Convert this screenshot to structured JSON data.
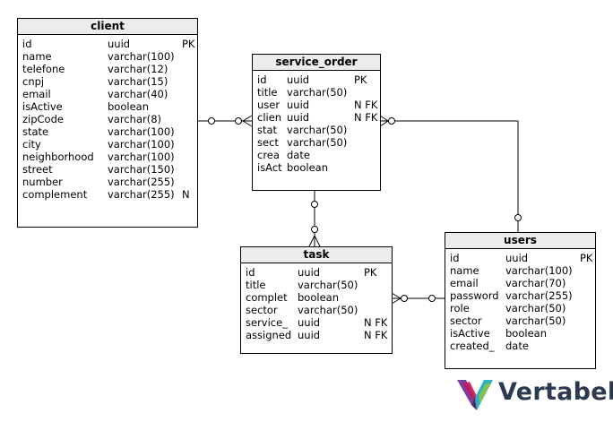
{
  "tables": {
    "client": {
      "name": "client",
      "columns": [
        {
          "name": "id",
          "type": "uuid",
          "flags": "PK"
        },
        {
          "name": "name",
          "type": "varchar(100)",
          "flags": ""
        },
        {
          "name": "telefone",
          "type": "varchar(12)",
          "flags": ""
        },
        {
          "name": "cnpj",
          "type": "varchar(15)",
          "flags": ""
        },
        {
          "name": "email",
          "type": "varchar(40)",
          "flags": ""
        },
        {
          "name": "isActive",
          "type": "boolean",
          "flags": ""
        },
        {
          "name": "zipCode",
          "type": "varchar(8)",
          "flags": ""
        },
        {
          "name": "state",
          "type": "varchar(100)",
          "flags": ""
        },
        {
          "name": "city",
          "type": "varchar(100)",
          "flags": ""
        },
        {
          "name": "neighborhood",
          "type": "varchar(100)",
          "flags": ""
        },
        {
          "name": "street",
          "type": "varchar(150)",
          "flags": ""
        },
        {
          "name": "number",
          "type": "varchar(255)",
          "flags": ""
        },
        {
          "name": "complement",
          "type": "varchar(255)",
          "flags": "N"
        }
      ]
    },
    "service_order": {
      "name": "service_order",
      "columns": [
        {
          "name": "id",
          "type": "uuid",
          "flags": "PK"
        },
        {
          "name": "title",
          "type": "varchar(50)",
          "flags": ""
        },
        {
          "name": "user",
          "type": "uuid",
          "flags": "N FK"
        },
        {
          "name": "clien",
          "type": "uuid",
          "flags": "N FK"
        },
        {
          "name": "stat",
          "type": "varchar(50)",
          "flags": ""
        },
        {
          "name": "sect",
          "type": "varchar(50)",
          "flags": ""
        },
        {
          "name": "crea",
          "type": "date",
          "flags": ""
        },
        {
          "name": "isAct",
          "type": "boolean",
          "flags": ""
        }
      ]
    },
    "task": {
      "name": "task",
      "columns": [
        {
          "name": "id",
          "type": "uuid",
          "flags": "PK"
        },
        {
          "name": "title",
          "type": "varchar(50)",
          "flags": ""
        },
        {
          "name": "complet",
          "type": "boolean",
          "flags": ""
        },
        {
          "name": "sector",
          "type": "varchar(50)",
          "flags": ""
        },
        {
          "name": "service_",
          "type": "uuid",
          "flags": "N FK"
        },
        {
          "name": "assigned",
          "type": "uuid",
          "flags": "N FK"
        }
      ]
    },
    "users": {
      "name": "users",
      "columns": [
        {
          "name": "id",
          "type": "uuid",
          "flags": "PK"
        },
        {
          "name": "name",
          "type": "varchar(100)",
          "flags": ""
        },
        {
          "name": "email",
          "type": "varchar(70)",
          "flags": ""
        },
        {
          "name": "password",
          "type": "varchar(255)",
          "flags": ""
        },
        {
          "name": "role",
          "type": "varchar(50)",
          "flags": ""
        },
        {
          "name": "sector",
          "type": "varchar(50)",
          "flags": ""
        },
        {
          "name": "isActive",
          "type": "boolean",
          "flags": ""
        },
        {
          "name": "created_",
          "type": "date",
          "flags": ""
        }
      ]
    }
  },
  "logo": {
    "text": "Vertabelo"
  },
  "colors": {
    "header_bg": "#ececec",
    "logo_text": "#2b3a4f",
    "logo_mark": [
      "#7b3fa0",
      "#c2185b",
      "#2bb3c0",
      "#8bc34a"
    ]
  }
}
